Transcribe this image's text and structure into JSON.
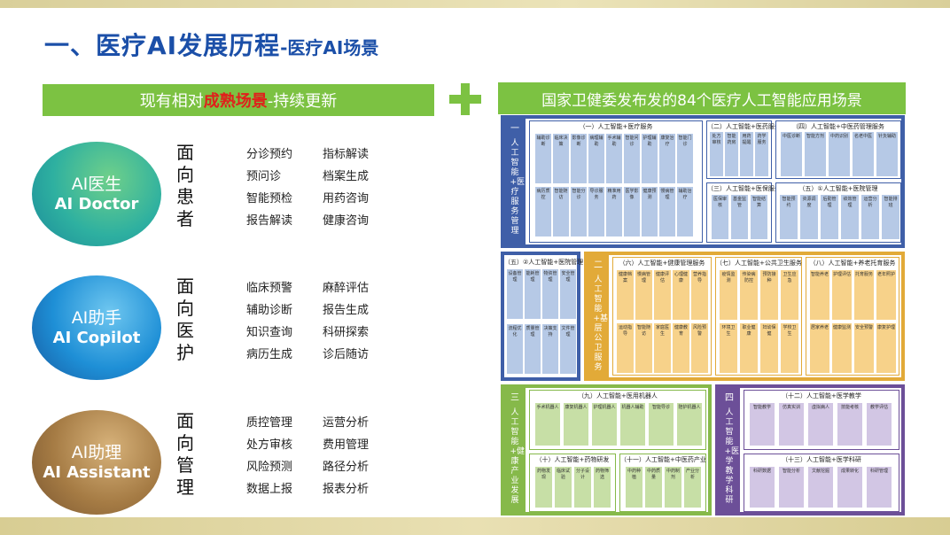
{
  "page": {
    "title_main": "一、医疗AI发展历程",
    "title_sub": "-医疗AI场景",
    "left_banner": {
      "pre": "现有相对",
      "highlight": "成熟场景",
      "post": "-持续更新"
    },
    "right_banner": "国家卫健委发布发的84个医疗人工智能应用场景"
  },
  "roles": [
    {
      "cn": "AI医生",
      "en": "AI Doctor",
      "face": "面向患者",
      "items": [
        "分诊预约",
        "指标解读",
        "预问诊",
        "档案生成",
        "智能预检",
        "用药咨询",
        "报告解读",
        "健康咨询"
      ]
    },
    {
      "cn": "AI助手",
      "en": "AI Copilot",
      "face": "面向医护",
      "items": [
        "临床预警",
        "麻醉评估",
        "辅助诊断",
        "报告生成",
        "知识查询",
        "科研探索",
        "病历生成",
        "诊后随访"
      ]
    },
    {
      "cn": "AI助理",
      "en": "AI Assistant",
      "face": "面向管理",
      "items": [
        "质控管理",
        "运营分析",
        "处方审核",
        "费用管理",
        "风险预测",
        "路径分析",
        "数据上报",
        "报表分析"
      ]
    }
  ],
  "colors": {
    "brand_blue": "#1b4fa8",
    "banner_green": "#7cc242",
    "highlight_red": "#e0201b",
    "panel_blue": "#3f5fa8",
    "panel_orange": "#e2aa38",
    "panel_green": "#86b94a",
    "panel_purple": "#6c4f98"
  },
  "scenes": {
    "p1": {
      "num": "一",
      "label": "人工智能+医疗服务管理",
      "s1_title": "（一）人工智能+医疗服务",
      "s1_tiles": [
        "辅助诊断",
        "临床决策",
        "影像诊断",
        "病理辅助",
        "手术辅助",
        "智能问诊",
        "护理辅助",
        "康复治疗",
        "智能门诊",
        "病历质控",
        "智能随访",
        "智能分诊",
        "导诊服务",
        "精准用药",
        "医学影像",
        "健康预测",
        "慢病管理",
        "辅助治疗"
      ],
      "s2_title": "（二）人工智能+医药服务",
      "s2_tiles": [
        "处方审核",
        "智能药房",
        "用药提醒",
        "药学服务"
      ],
      "s3_title": "（三）人工智能+医保服务",
      "s3_tiles": [
        "医保审核",
        "基金监管",
        "智能结算"
      ],
      "s4_title": "（四）人工智能+中医药管理服务",
      "s4_tiles": [
        "中医诊断",
        "智能方剂",
        "中药识别",
        "名老中医",
        "针灸辅助"
      ],
      "s5_title": "（五）①人工智能+医院管理",
      "s5_tiles": [
        "智能预约",
        "资源调度",
        "后勤管理",
        "绩效管理",
        "运营分析",
        "智能排班"
      ]
    },
    "p2a": {
      "title": "（五）②人工智能+医院管理",
      "tiles": [
        "设备管理",
        "能耗管理",
        "物资管理",
        "安全管理",
        "流程优化",
        "质量管理",
        "决策支持",
        "文件管理"
      ]
    },
    "p2": {
      "num": "二",
      "label": "人工智能+基层公卫服务",
      "s6_title": "（六）人工智能+健康管理服务",
      "s6_tiles": [
        "健康档案",
        "慢病管理",
        "健康评估",
        "心理健康",
        "营养指导",
        "运动指导",
        "智能随访",
        "家庭医生",
        "健康教育",
        "风险预警"
      ],
      "s7_title": "（七）人工智能+公共卫生服务",
      "s7_tiles": [
        "疫情监测",
        "传染病防控",
        "预防接种",
        "卫生应急",
        "环境卫生",
        "职业健康",
        "妇幼保健",
        "学校卫生"
      ],
      "s8_title": "（八）人工智能+养老托育服务",
      "s8_tiles": [
        "智能养老",
        "护理评估",
        "托育服务",
        "老年照护",
        "居家养老",
        "健康监测",
        "安全预警",
        "康复护理"
      ]
    },
    "p3": {
      "num": "三",
      "label": "人工智能+健康产业发展",
      "s9_title": "（九）人工智能+医用机器人",
      "s9_tiles": [
        "手术机器人",
        "康复机器人",
        "护理机器人",
        "机器人辅助",
        "智能导诊",
        "陪护机器人"
      ],
      "s10_title": "（十）人工智能+药物研发",
      "s10_tiles": [
        "药物发现",
        "临床试验",
        "分子设计",
        "药物筛选"
      ],
      "s11_title": "（十一）人工智能+中医药产业",
      "s11_tiles": [
        "中药种植",
        "中药质量",
        "中药制剂",
        "产业分析"
      ]
    },
    "p4": {
      "num": "四",
      "label": "人工智能+医学教学科研",
      "s12_title": "（十二）人工智能+医学教学",
      "s12_tiles": [
        "智能教学",
        "仿真实训",
        "虚拟病人",
        "技能考核",
        "教学评估"
      ],
      "s13_title": "（十三）人工智能+医学科研",
      "s13_tiles": [
        "科研数据",
        "智能分析",
        "文献挖掘",
        "成果转化",
        "科研管理"
      ]
    }
  }
}
